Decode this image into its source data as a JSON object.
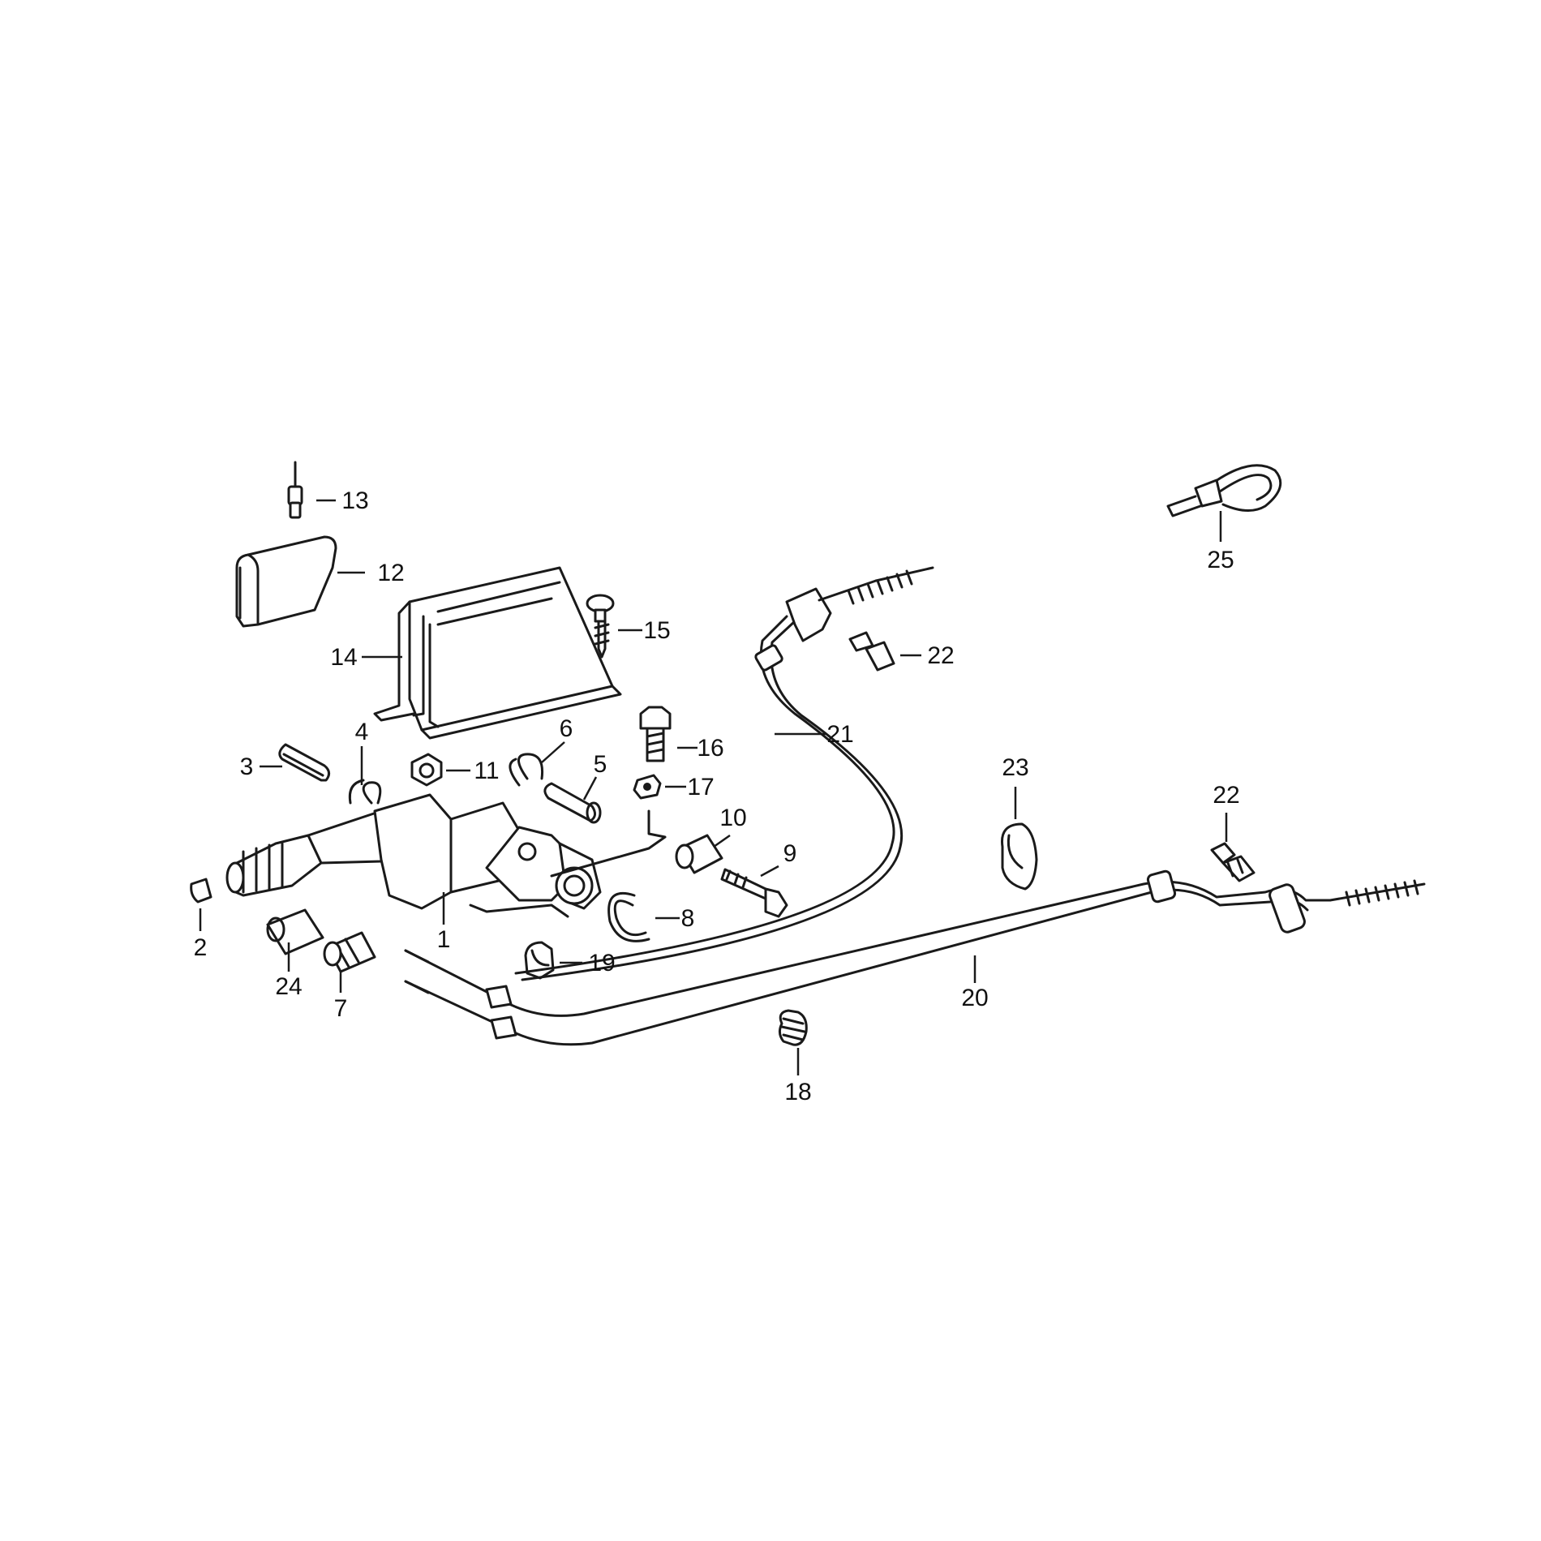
{
  "callouts": [
    {
      "id": "1",
      "label": "1"
    },
    {
      "id": "2",
      "label": "2"
    },
    {
      "id": "3",
      "label": "3"
    },
    {
      "id": "4",
      "label": "4"
    },
    {
      "id": "5",
      "label": "5"
    },
    {
      "id": "6",
      "label": "6"
    },
    {
      "id": "7",
      "label": "7"
    },
    {
      "id": "8",
      "label": "8"
    },
    {
      "id": "9",
      "label": "9"
    },
    {
      "id": "10",
      "label": "10"
    },
    {
      "id": "11",
      "label": "11"
    },
    {
      "id": "12",
      "label": "12"
    },
    {
      "id": "13",
      "label": "13"
    },
    {
      "id": "14",
      "label": "14"
    },
    {
      "id": "15",
      "label": "15"
    },
    {
      "id": "16",
      "label": "16"
    },
    {
      "id": "17",
      "label": "17"
    },
    {
      "id": "18",
      "label": "18"
    },
    {
      "id": "19",
      "label": "19"
    },
    {
      "id": "20",
      "label": "20"
    },
    {
      "id": "21",
      "label": "21"
    },
    {
      "id": "22a",
      "label": "22"
    },
    {
      "id": "22b",
      "label": "22"
    },
    {
      "id": "23",
      "label": "23"
    },
    {
      "id": "24",
      "label": "24"
    },
    {
      "id": "25",
      "label": "25"
    }
  ],
  "colors": {
    "line": "#1a1a1a",
    "background": "#ffffff"
  }
}
